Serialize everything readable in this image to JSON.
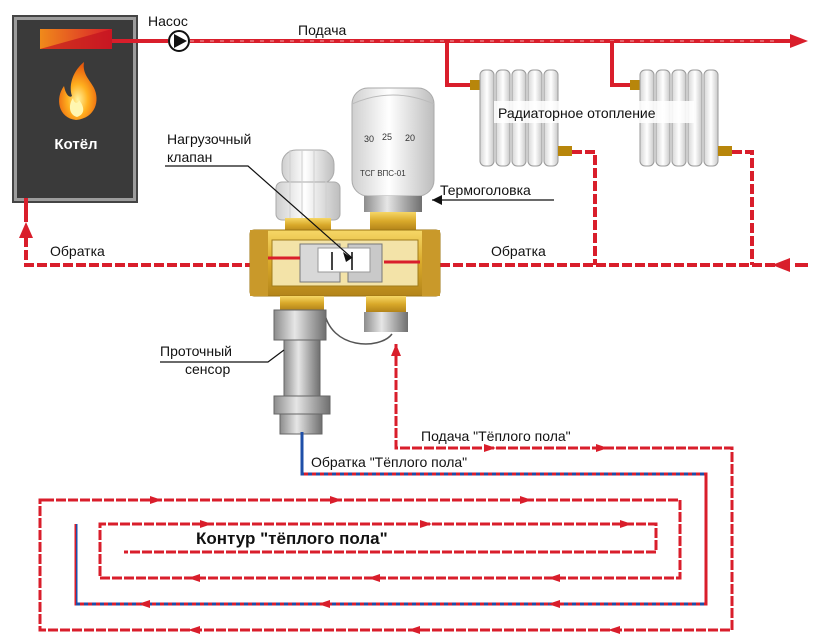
{
  "boiler": {
    "label": "Котёл",
    "icon": "flame-icon"
  },
  "labels": {
    "pump": "Насос",
    "supply": "Подача",
    "radiators": "Радиаторное отопление",
    "return_left": "Обратка",
    "return_right": "Обратка",
    "load_valve_line1": "Нагрузочный",
    "load_valve_line2": "клапан",
    "thermo_head": "Термоголовка",
    "flow_sensor_line1": "Проточный",
    "flow_sensor_line2": "сенсор",
    "floor_supply": "Подача \"Тёплого пола\"",
    "floor_return": "Обратка \"Тёплого пола\"",
    "floor_loop": "Контур \"тёплого пола\""
  },
  "thermo_head_dial": {
    "numbers": [
      "30",
      "25",
      "20"
    ],
    "model": "ТСГ ВПС-01"
  },
  "colors": {
    "supply_pipe": "#d91e2b",
    "return_pipe": "#d91e2b",
    "floor_return_dash": "#1f4fa8",
    "boiler_body": "#3a3a3a",
    "valve_brass": "#e0b531"
  }
}
